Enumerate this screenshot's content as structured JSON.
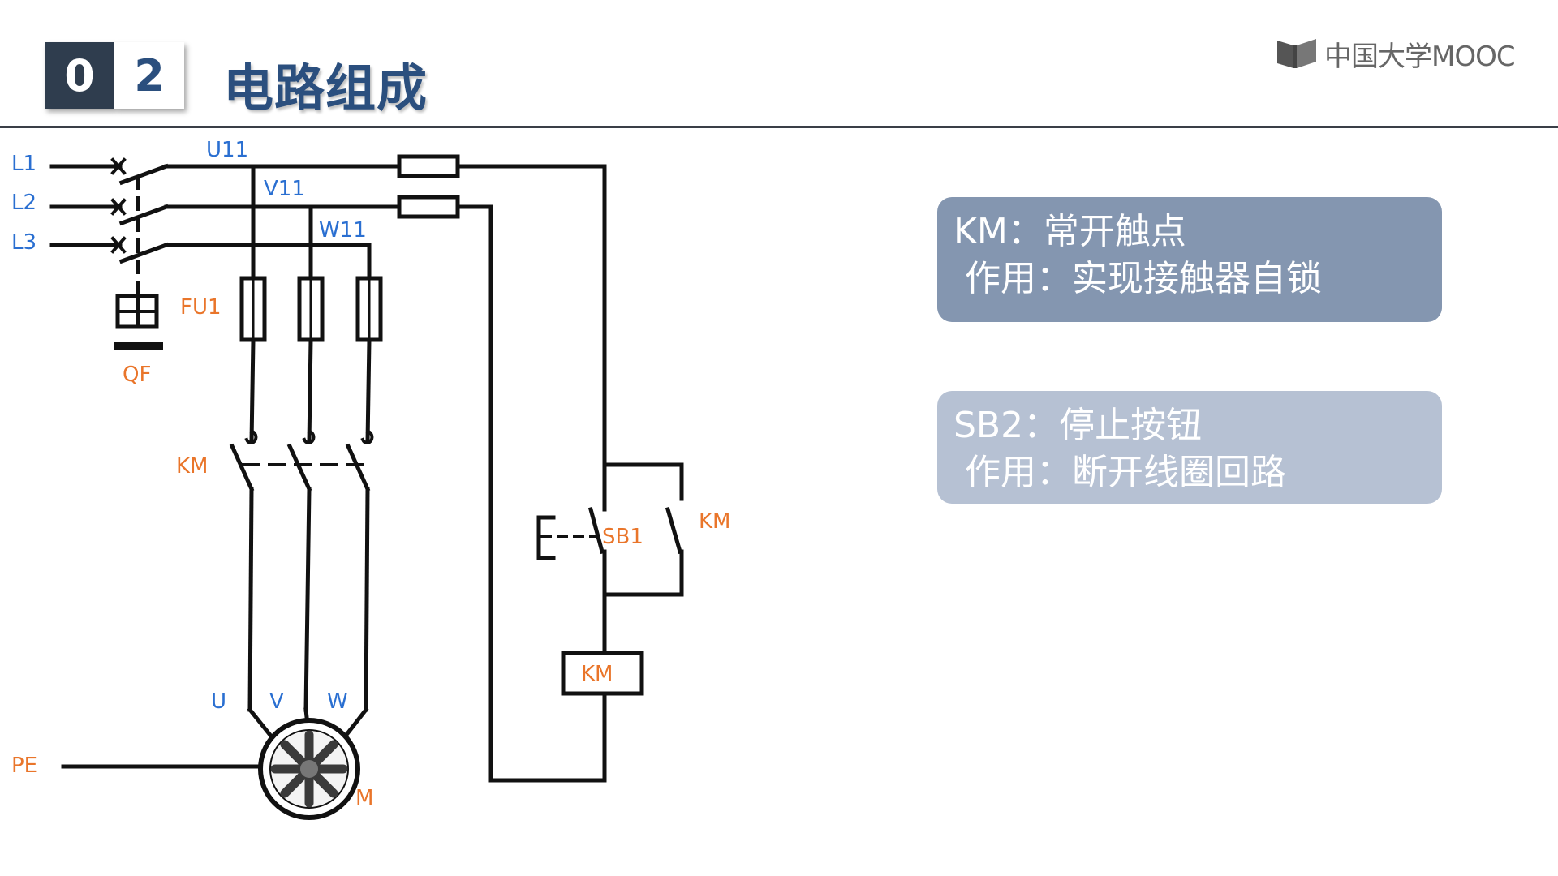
{
  "header": {
    "number_left": "0",
    "number_right": "2",
    "title": "电路组成",
    "logo_text": "中国大学MOOC"
  },
  "colors": {
    "title_blue": "#2b4f7e",
    "dark_box": "#2f3d4e",
    "wire": "#111111",
    "label_blue": "#2a6fd1",
    "label_orange": "#e9752a",
    "callout1_bg": "#8496b0",
    "callout2_bg": "#b6c1d3"
  },
  "circuit": {
    "lines": {
      "l1": "L1",
      "l2": "L2",
      "l3": "L3"
    },
    "nodes": {
      "u11": "U11",
      "v11": "V11",
      "w11": "W11"
    },
    "breaker": "QF",
    "fuse": "FU1",
    "main_contacts": "KM",
    "motor_terms": {
      "u": "U",
      "v": "V",
      "w": "W"
    },
    "ground": "PE",
    "motor": "M",
    "start_button": "SB1",
    "holding_contact": "KM",
    "coil": "KM"
  },
  "callouts": [
    {
      "line1": "KM：常开触点",
      "line2": "作用：实现接触器自锁"
    },
    {
      "line1": "SB2：停止按钮",
      "line2": "作用：断开线圈回路"
    }
  ]
}
